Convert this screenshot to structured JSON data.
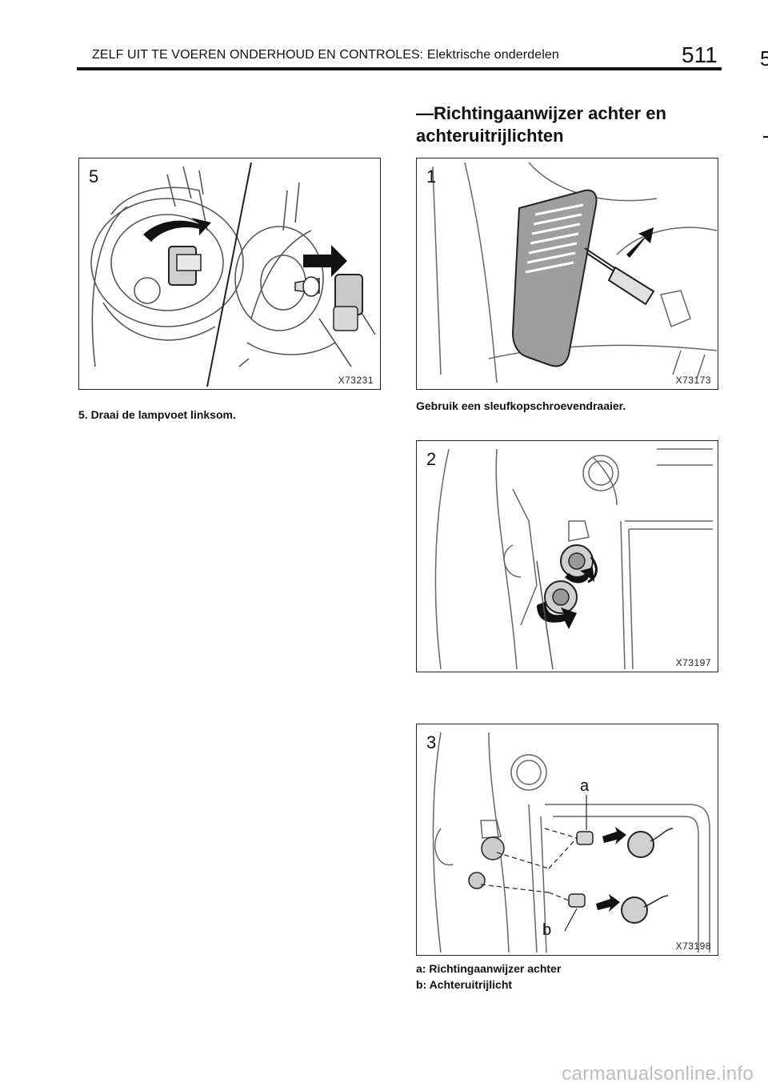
{
  "header": {
    "title": "ZELF UIT TE VOEREN ONDERHOUD EN CONTROLES: Elektrische onderdelen",
    "page_number": "511",
    "edge_mark": "5"
  },
  "section_title": "—Richtingaanwijzer achter en achteruitrijlichten",
  "figures": [
    {
      "number": "5",
      "code": "X73231",
      "caption": "5.  Draai de lampvoet linksom."
    },
    {
      "number": "1",
      "code": "X73173",
      "caption": "Gebruik een sleufkopschroevendraaier."
    },
    {
      "number": "2",
      "code": "X73197",
      "caption": ""
    },
    {
      "number": "3",
      "code": "X73198",
      "label_a": "a",
      "label_b": "b",
      "caption_a": "a: Richtingaanwijzer achter",
      "caption_b": "b: Achteruitrijlicht"
    }
  ],
  "watermark": "carmanualsonline.info"
}
